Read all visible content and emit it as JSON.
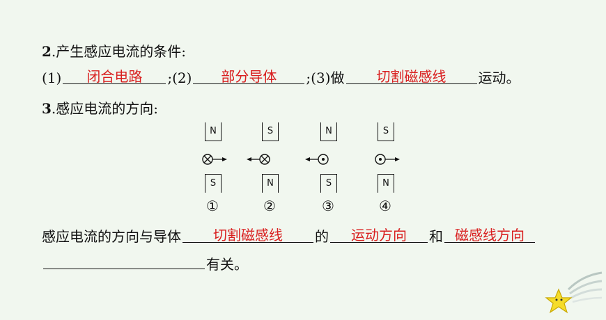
{
  "section2": {
    "number": "2",
    "title": ".产生感应电流的条件:",
    "item1_label": "(1)",
    "item1_answer": "闭合电路",
    "sep1": ";(2)",
    "item2_answer": "部分导体",
    "sep2": ";(3)做",
    "item3_answer": "切割磁感线",
    "tail": "运动。"
  },
  "section3": {
    "number": "3",
    "title": ".感应电流的方向:"
  },
  "diagram": {
    "cases": [
      {
        "top_pole": "N",
        "bottom_pole": "S",
        "label": "①",
        "current": "into",
        "motion": "right"
      },
      {
        "top_pole": "S",
        "bottom_pole": "N",
        "label": "②",
        "current": "into",
        "motion": "left"
      },
      {
        "top_pole": "N",
        "bottom_pole": "S",
        "label": "③",
        "current": "out",
        "motion": "left"
      },
      {
        "top_pole": "S",
        "bottom_pole": "N",
        "label": "④",
        "current": "out",
        "motion": "right"
      }
    ]
  },
  "conclusion": {
    "prefix": "感应电流的方向与导体",
    "answer1": "切割磁感线",
    "mid1": "的",
    "answer2": "运动方向",
    "mid2": "和",
    "answer3": "磁感线方向",
    "suffix": "有关。"
  },
  "colors": {
    "answer": "#d91f1f",
    "background": "#f1f7ef"
  }
}
